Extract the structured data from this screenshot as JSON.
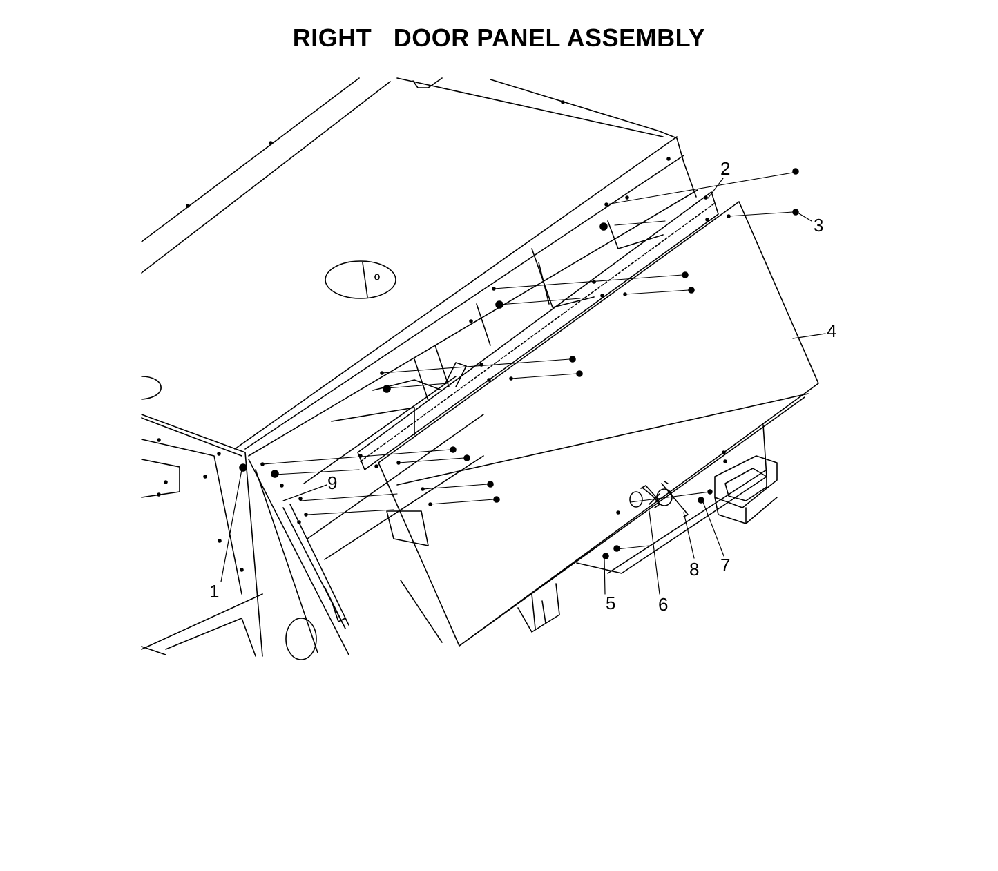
{
  "title": "RIGHT   DOOR PANEL ASSEMBLY",
  "callouts": [
    "1",
    "2",
    "3",
    "4",
    "5",
    "6",
    "7",
    "8",
    "9"
  ]
}
